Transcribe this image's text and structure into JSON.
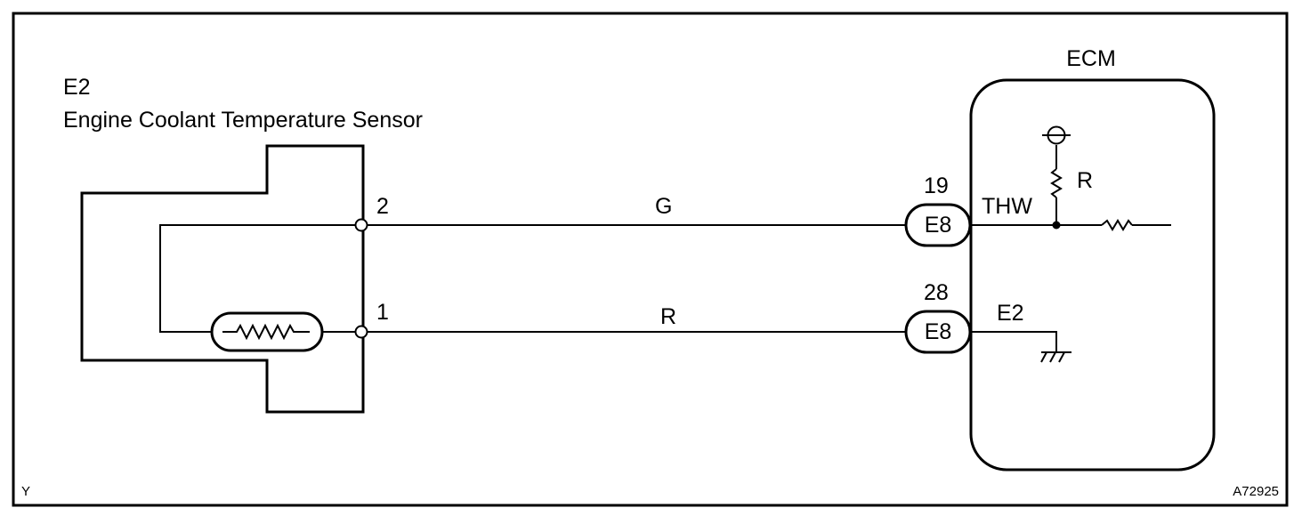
{
  "sensor": {
    "code": "E2",
    "name": "Engine Coolant Temperature Sensor"
  },
  "ecm": {
    "label": "ECM"
  },
  "pins": {
    "sensor_top": "2",
    "sensor_bottom": "1"
  },
  "wires": {
    "top_color": "G",
    "bottom_color": "R"
  },
  "connectors": [
    {
      "pin": "19",
      "code": "E8"
    },
    {
      "pin": "28",
      "code": "E8"
    }
  ],
  "ecm_terminals": {
    "thw": "THW",
    "e2": "E2"
  },
  "resistor_label": "R",
  "corner": {
    "left": "Y",
    "right": "A72925"
  }
}
